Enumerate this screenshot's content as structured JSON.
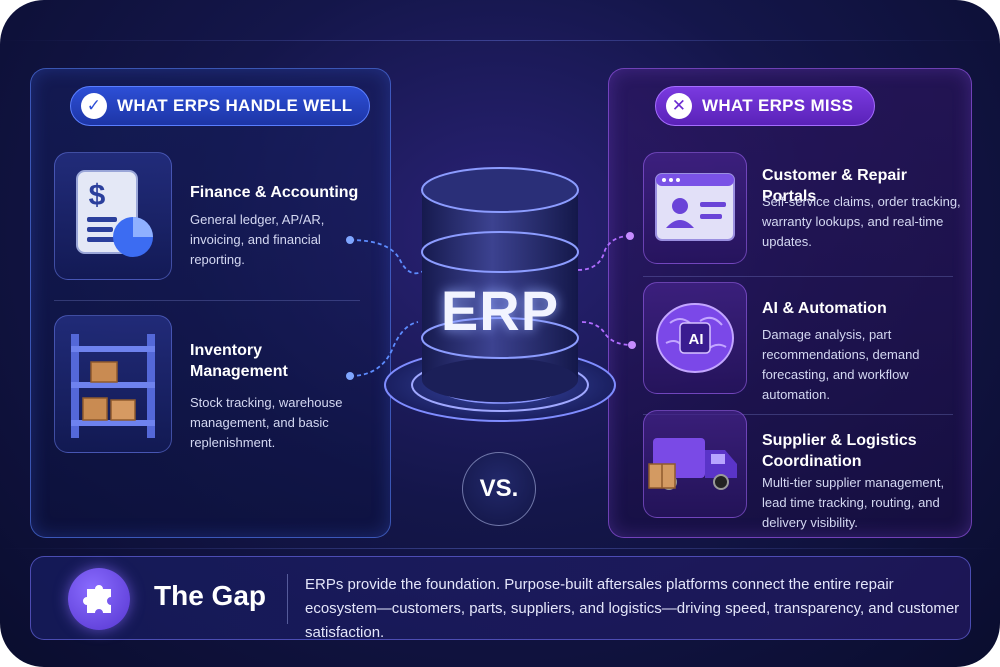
{
  "left_panel": {
    "header": "WHAT ERPS HANDLE WELL",
    "header_icon": "check-icon",
    "items": [
      {
        "title": "Finance & Accounting",
        "description": "General ledger, AP/AR, invoicing, and financial reporting.",
        "icon": "invoice-pie-chart-icon"
      },
      {
        "title": "Inventory Management",
        "description": "Stock tracking, warehouse management, and basic replenishment.",
        "icon": "warehouse-shelf-icon"
      }
    ]
  },
  "right_panel": {
    "header": "WHAT ERPS MISS",
    "header_icon": "x-icon",
    "items": [
      {
        "title": "Customer & Repair Portals",
        "description": "Self-service claims, order tracking, warranty lookups, and real-time updates.",
        "icon": "portal-profile-icon"
      },
      {
        "title": "AI & Automation",
        "description": "Damage analysis, part recommendations, demand forecasting, and workflow automation.",
        "icon": "ai-brain-icon",
        "icon_label": "AI"
      },
      {
        "title": "Supplier & Logistics Coordination",
        "description": "Multi-tier supplier management, lead time tracking, routing, and delivery visibility.",
        "icon": "delivery-truck-icon"
      }
    ]
  },
  "center": {
    "database_label": "ERP",
    "database_icon": "database-cylinder-icon",
    "versus_label": "VS."
  },
  "gap": {
    "title": "The Gap",
    "icon": "puzzle-piece-icon",
    "text": "ERPs provide the foundation. Purpose-built aftersales platforms connect the entire repair ecosystem—customers, parts, suppliers, and logistics—driving speed, transparency, and customer satisfaction."
  },
  "colors": {
    "left_accent": "#2d4fd6",
    "right_accent": "#7a3ae0",
    "background": "#14164a"
  }
}
